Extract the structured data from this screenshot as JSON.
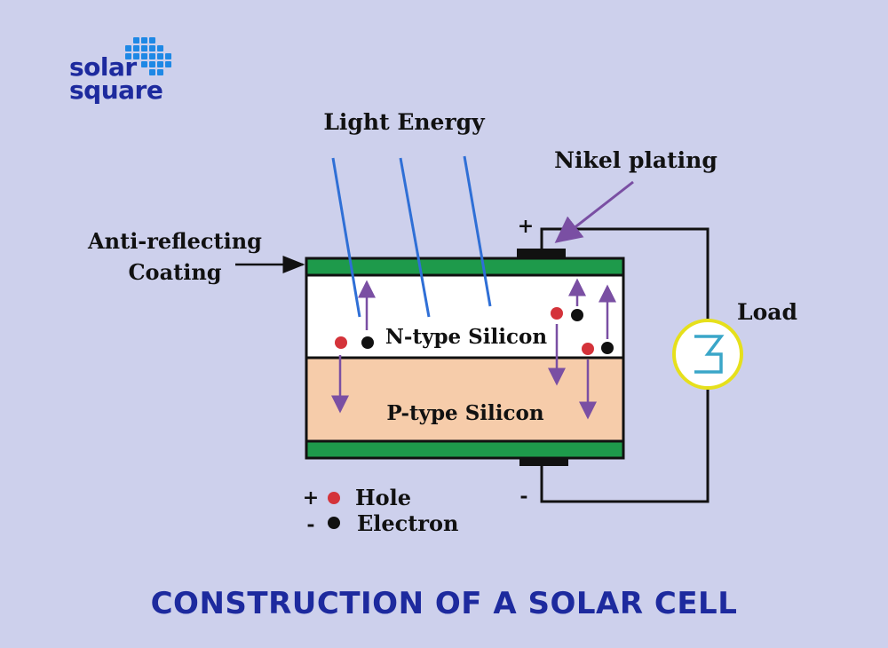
{
  "logo": {
    "line1": "solar",
    "line2": "square"
  },
  "labels": {
    "light_energy": "Light Energy",
    "nikel_plating": "Nikel plating",
    "anti_reflecting_line1": "Anti-reflecting",
    "anti_reflecting_line2": "Coating",
    "load": "Load",
    "n_type": "N-type Silicon",
    "p_type": "P-type Silicon",
    "plus_terminal": "+",
    "minus_terminal": "-"
  },
  "legend": {
    "hole_sign": "+",
    "hole_label": "Hole",
    "electron_sign": "-",
    "electron_label": "Electron"
  },
  "caption": "CONSTRUCTION OF A SOLAR CELL",
  "colors": {
    "background": "#cdd0ec",
    "brand": "#1d2a9e",
    "coating": "#1e9a4b",
    "n_layer": "#ffffff",
    "p_layer": "#f6ccaa",
    "light_ray": "#2f6fd6",
    "carrier_arrow": "#7a4fa3",
    "hole": "#d4333a",
    "electron": "#111111",
    "load_ring": "#e6e01b",
    "load_symbol": "#3aa6c8"
  }
}
